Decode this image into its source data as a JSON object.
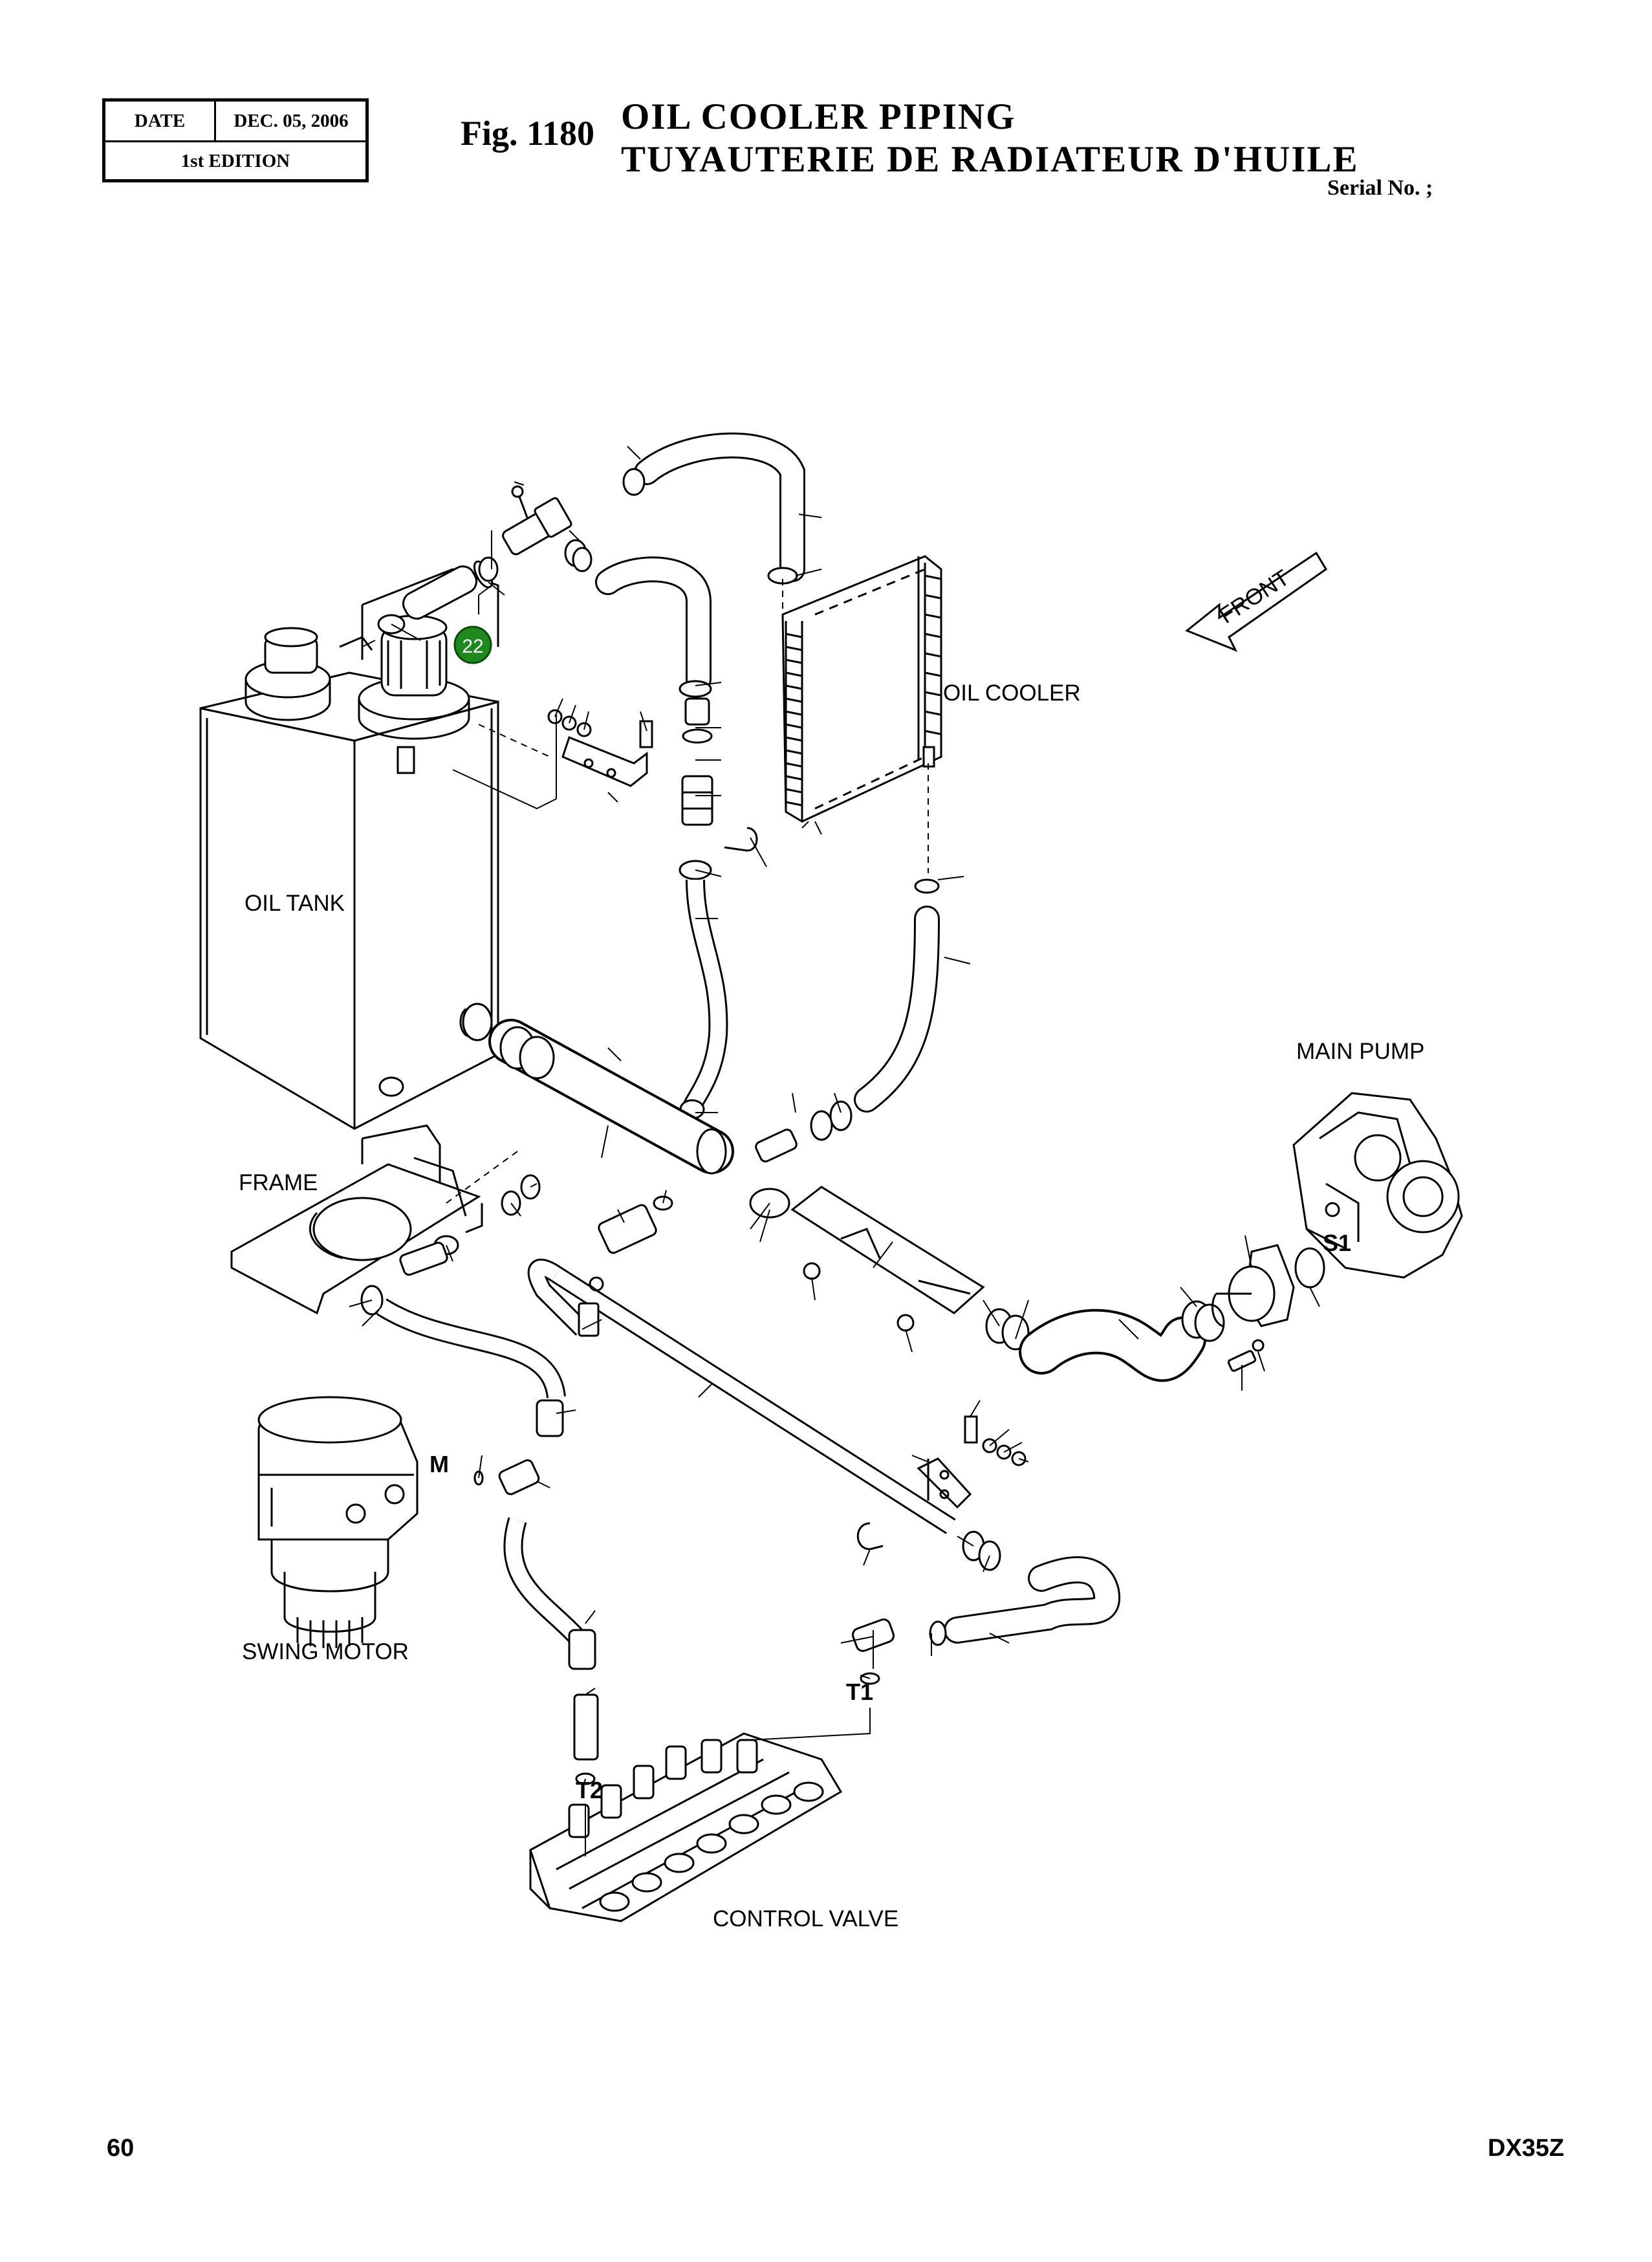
{
  "header": {
    "date_label": "DATE",
    "date_value": "DEC. 05, 2006",
    "edition": "1st EDITION",
    "figure_number": "Fig. 1180",
    "title_en": "OIL  COOLER  PIPING",
    "title_fr": "TUYAUTERIE  DE  RADIATEUR  D'HUILE",
    "serial": "Serial No. ;"
  },
  "labels": {
    "oil_cooler": "OIL COOLER",
    "oil_tank": "OIL TANK",
    "main_pump": "MAIN PUMP",
    "frame": "FRAME",
    "swing_motor": "SWING MOTOR",
    "control_valve": "CONTROL VALVE",
    "front": "FRONT",
    "port_s1": "S1",
    "port_m": "M",
    "port_t1": "T1",
    "port_t2": "T2"
  },
  "callout": {
    "number": "22",
    "color": "#1e8a1e"
  },
  "footer": {
    "page_number": "60",
    "model": "DX35Z"
  }
}
